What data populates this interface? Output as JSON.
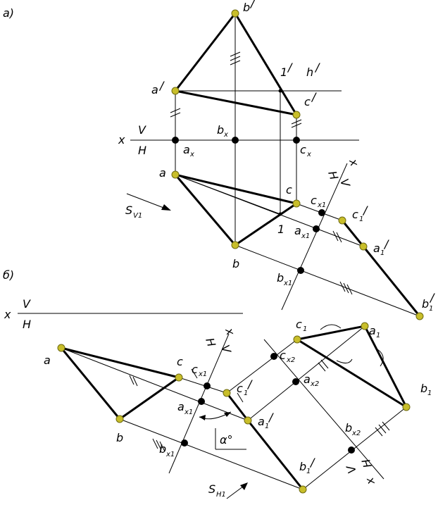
{
  "part_a": {
    "label": "а)",
    "axis": {
      "x": "x",
      "v": "V",
      "h": "H"
    },
    "points": {
      "b_prime": "b",
      "a_prime": "a",
      "c_prime": "c",
      "one_prime": "1",
      "h_prime": "h",
      "a": "a",
      "b": "b",
      "c": "c",
      "one": "1",
      "c1": "c",
      "a1": "a",
      "b1": "b"
    },
    "axis_points": {
      "ax": "a",
      "bx": "b",
      "cx": "c",
      "cx1": "c",
      "ax1": "a",
      "bx1": "b"
    },
    "new_axis": {
      "x1": "x",
      "h": "H",
      "v1": "V"
    },
    "direction": "S",
    "subs": {
      "x": "x",
      "x1": "x1",
      "one": "1",
      "v1": "V1"
    }
  },
  "part_b": {
    "label": "б)",
    "axis": {
      "x": "x",
      "v": "V",
      "h": "H"
    },
    "points": {
      "a": "a",
      "b": "b",
      "c": "c",
      "c1p": "c",
      "a1p": "a",
      "b1p": "b",
      "c1": "c",
      "a1": "a",
      "b1": "b"
    },
    "axis_points": {
      "cx1": "c",
      "ax1": "a",
      "bx1": "b",
      "cx2": "c",
      "ax2": "a",
      "bx2": "b"
    },
    "new_axis_1": {
      "x1": "x",
      "h": "H",
      "v1": "V"
    },
    "new_axis_2": {
      "x2": "x",
      "h1": "H",
      "v1": "V"
    },
    "angle": "α°",
    "direction": "S",
    "subs": {
      "x": "x",
      "x1": "x1",
      "x2": "x2",
      "one": "1",
      "h1": "H1"
    }
  }
}
